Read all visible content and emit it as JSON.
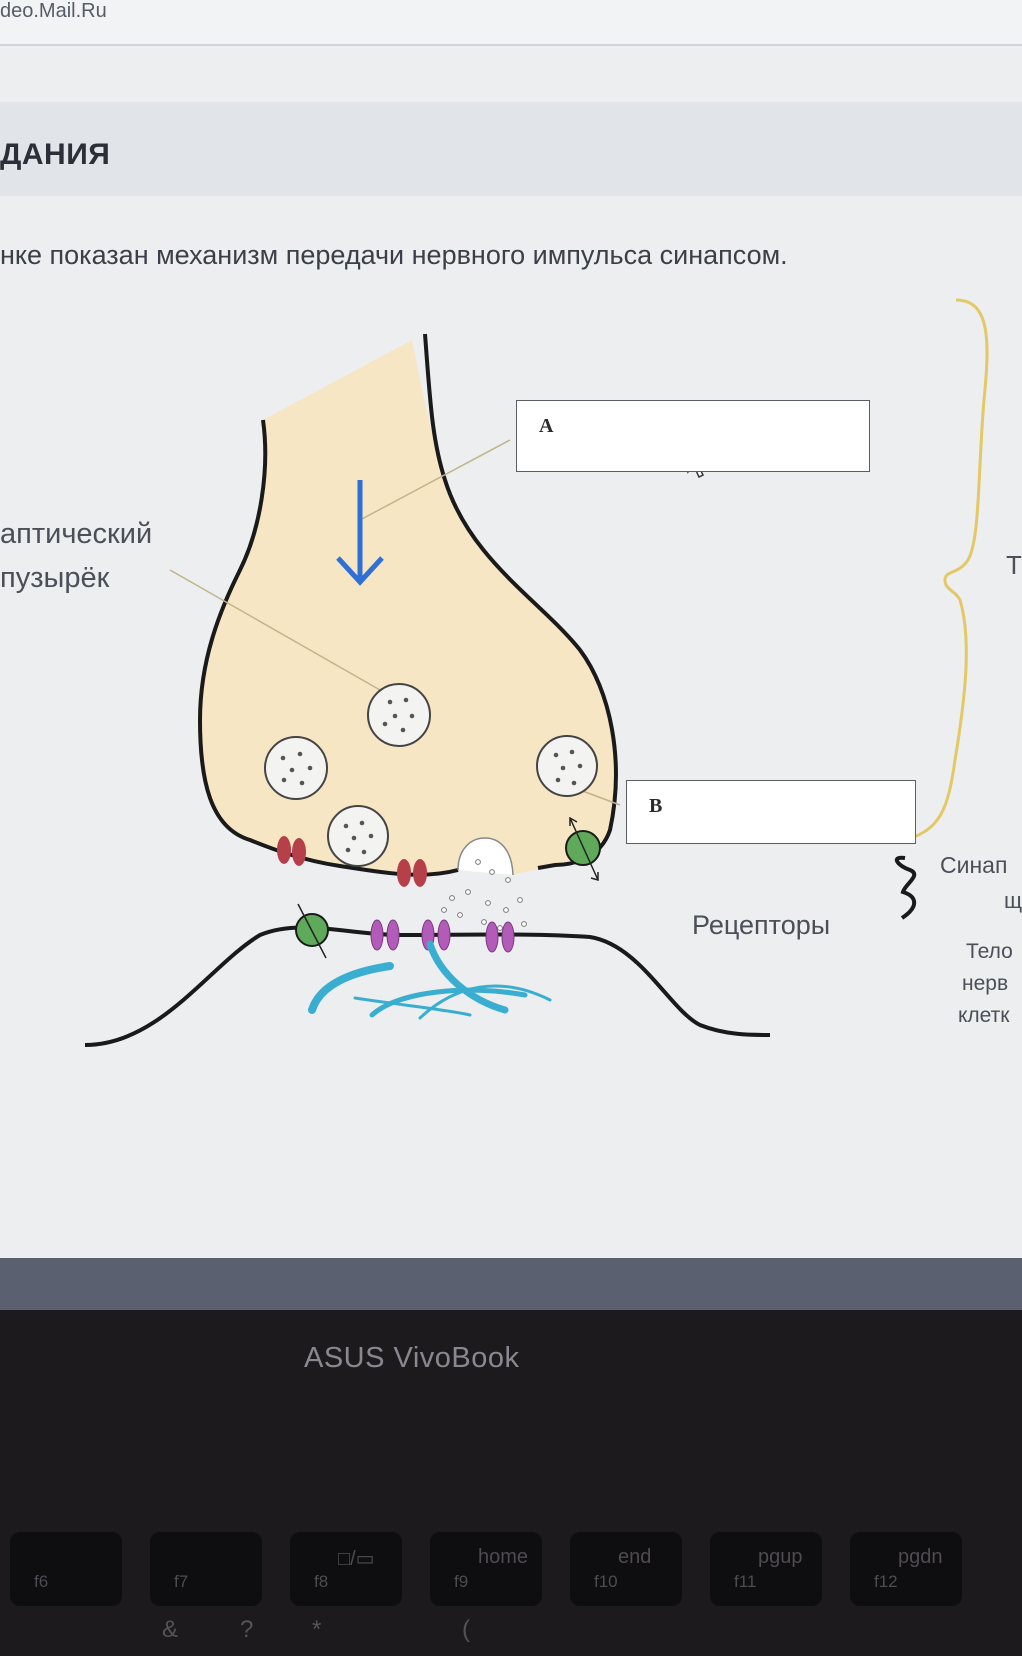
{
  "browser": {
    "site_fragment": "deo.Mail.Ru"
  },
  "page": {
    "section_title": "ДАНИЯ",
    "task_text": "нке показан механизм передачи нервного импульса синапсом."
  },
  "diagram": {
    "label_vesicle_line1": "аптический",
    "label_vesicle_line2": "пузырёк",
    "box_a_label": "A",
    "box_b_label": "B",
    "label_receptors": "Рецепторы",
    "label_right_t": "Т",
    "label_synapse_line1": "Синап",
    "label_synapse_line2": "щ",
    "label_body_line1": "Тело",
    "label_body_line2": "нерв",
    "label_body_line3": "клетк"
  },
  "device": {
    "brand": "ASUS VivoBook"
  },
  "keyboard": {
    "keys": [
      {
        "fn": "f6",
        "sub": ""
      },
      {
        "fn": "f7",
        "sub": ""
      },
      {
        "fn": "f8",
        "sub": "□/▭"
      },
      {
        "fn": "f9",
        "sub": "home"
      },
      {
        "fn": "f10",
        "sub": "end"
      },
      {
        "fn": "f11",
        "sub": "pgup"
      },
      {
        "fn": "f12",
        "sub": "pgdn"
      }
    ],
    "row2": [
      "&",
      "?",
      "*",
      "("
    ]
  },
  "colors": {
    "axon_fill": "#f7e6c4",
    "membrane": "#1a1a1a",
    "arrow": "#2e6fd8",
    "channel_green": "#5faa5a",
    "receptor_purple": "#b25bb8",
    "channel_red": "#b5404a",
    "dendrite_cyan": "#3aaed0",
    "bracket_yellow": "#e4c866"
  }
}
